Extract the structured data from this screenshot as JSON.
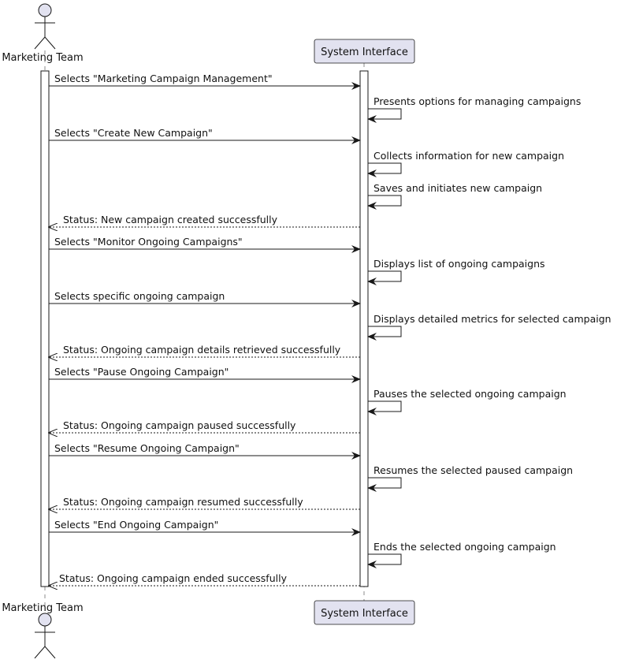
{
  "participants": {
    "actor": {
      "name": "Marketing Team",
      "icon": "stick-figure-actor-icon"
    },
    "system": {
      "name": "System Interface"
    }
  },
  "colors": {
    "participant_fill": "#e2e2f0",
    "participant_border": "#181818",
    "lifeline": "#181818",
    "arrow": "#181818"
  },
  "messages": [
    {
      "from": "actor",
      "to": "system",
      "kind": "sync",
      "text": "Selects \"Marketing Campaign Management\""
    },
    {
      "from": "system",
      "to": "system",
      "kind": "self",
      "text": "Presents options for managing campaigns"
    },
    {
      "from": "actor",
      "to": "system",
      "kind": "sync",
      "text": "Selects \"Create New Campaign\""
    },
    {
      "from": "system",
      "to": "system",
      "kind": "self",
      "text": "Collects information for new campaign"
    },
    {
      "from": "system",
      "to": "system",
      "kind": "self",
      "text": "Saves and initiates new campaign"
    },
    {
      "from": "system",
      "to": "actor",
      "kind": "reply",
      "text": "Status: New campaign created successfully"
    },
    {
      "from": "actor",
      "to": "system",
      "kind": "sync",
      "text": "Selects \"Monitor Ongoing Campaigns\""
    },
    {
      "from": "system",
      "to": "system",
      "kind": "self",
      "text": "Displays list of ongoing campaigns"
    },
    {
      "from": "actor",
      "to": "system",
      "kind": "sync",
      "text": "Selects specific ongoing campaign"
    },
    {
      "from": "system",
      "to": "system",
      "kind": "self",
      "text": "Displays detailed metrics for selected campaign"
    },
    {
      "from": "system",
      "to": "actor",
      "kind": "reply",
      "text": "Status: Ongoing campaign details retrieved successfully"
    },
    {
      "from": "actor",
      "to": "system",
      "kind": "sync",
      "text": "Selects \"Pause Ongoing Campaign\""
    },
    {
      "from": "system",
      "to": "system",
      "kind": "self",
      "text": "Pauses the selected ongoing campaign"
    },
    {
      "from": "system",
      "to": "actor",
      "kind": "reply",
      "text": "Status: Ongoing campaign paused successfully"
    },
    {
      "from": "actor",
      "to": "system",
      "kind": "sync",
      "text": "Selects \"Resume Ongoing Campaign\""
    },
    {
      "from": "system",
      "to": "system",
      "kind": "self",
      "text": "Resumes the selected paused campaign"
    },
    {
      "from": "system",
      "to": "actor",
      "kind": "reply",
      "text": "Status: Ongoing campaign resumed successfully"
    },
    {
      "from": "actor",
      "to": "system",
      "kind": "sync",
      "text": "Selects \"End Ongoing Campaign\""
    },
    {
      "from": "system",
      "to": "system",
      "kind": "self",
      "text": "Ends the selected ongoing campaign"
    },
    {
      "from": "system",
      "to": "actor",
      "kind": "reply",
      "text": "Status: Ongoing campaign ended successfully"
    }
  ]
}
